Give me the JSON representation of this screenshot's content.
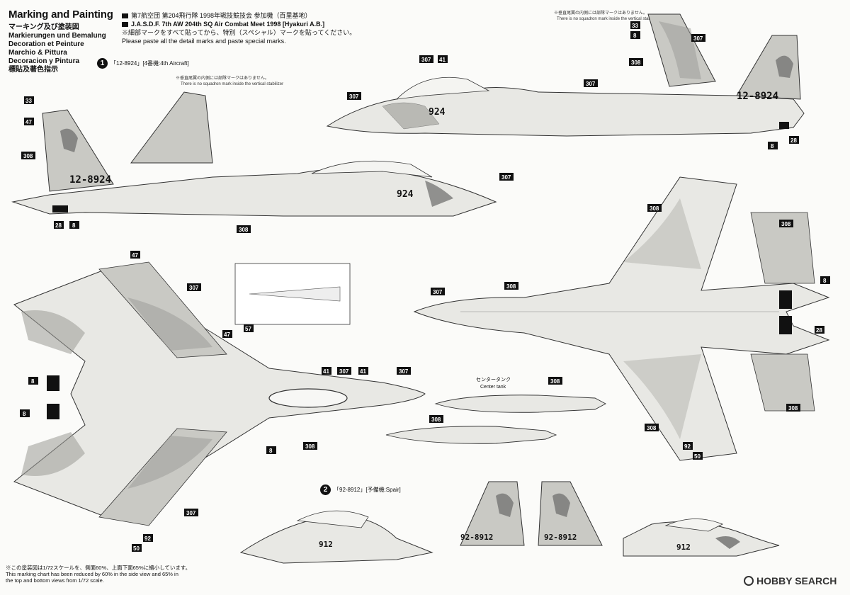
{
  "header": {
    "title": "Marking and Painting",
    "languages": [
      "マーキング及び塗装図",
      "Markierungen und Bemalung",
      "Decoration et Peinture",
      "Marchio & Pittura",
      "Decoracion y Pintura",
      "標貼及著色指示"
    ],
    "line1": "第7航空団 第204飛行隊 1998年戦技競技会 参加機（百里基地）",
    "line2": "J.A.S.D.F. 7th AW 204th SQ Air Combat Meet 1998 [Hyakuri A.B.]",
    "line3": "※細部マークをすべて貼ってから、特別（スペシャル）マークを貼ってください。",
    "line4": "Please paste all the detail marks and paste special marks."
  },
  "aircraft1": {
    "number": "1",
    "label": "「12-8924」[4番機:4th Aircraft]",
    "serial": "12-8924",
    "nose": "924"
  },
  "aircraft2": {
    "number": "2",
    "label": "「92-8912」[予備機:Spair]",
    "serial": "92-8912",
    "nose": "912"
  },
  "notes": {
    "no_marking_jp": "※垂直尾翼の内側には部隊マークはありません。",
    "no_marking_en": "There is no squadron mark inside the vertical stabilizer",
    "center_tank_jp": "センタータンク",
    "center_tank_en": "Center tank"
  },
  "callouts": {
    "c307": "307",
    "c308": "308",
    "c41": "41",
    "c33": "33",
    "c47": "47",
    "c8": "8",
    "c28": "28",
    "c57": "57",
    "c92": "92",
    "c50": "50"
  },
  "footer": {
    "jp": "※この塗装図は1/72スケールを、側面60%、上面下面65%に縮小しています。",
    "en1": "This marking chart has been reduced by 60% in the side view and 65% in",
    "en2": "the top and bottom views from 1/72 scale."
  },
  "logo": "HOBBY SEARCH",
  "colors": {
    "paint_light": "#e8e8e4",
    "paint_mid": "#c9c9c4",
    "paint_dark": "#9a9a95",
    "ink": "#111111"
  }
}
